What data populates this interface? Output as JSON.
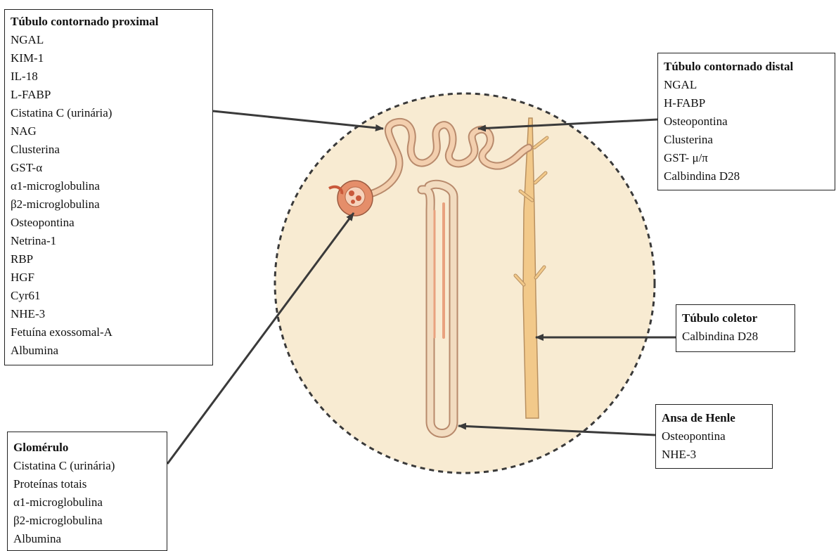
{
  "diagram": {
    "colors": {
      "circle_fill": "#f8ebd2",
      "tubule_fill": "#f2c98a",
      "tubule_inner": "#e9a27f",
      "glomerulus": "#e58e6a",
      "arrow": "#3a3a3a"
    }
  },
  "boxes": {
    "proximal": {
      "title": "Túbulo contornado proximal",
      "items": [
        "NGAL",
        "KIM-1",
        "IL-18",
        "L-FABP",
        "Cistatina C (urinária)",
        "NAG",
        "Clusterina",
        "GST-α",
        "α1-microglobulina",
        "β2-microglobulina",
        "Osteopontina",
        "Netrina-1",
        "RBP",
        "HGF",
        "Cyr61",
        "NHE-3",
        "Fetuína exossomal-A",
        "Albumina"
      ]
    },
    "distal": {
      "title": "Túbulo contornado distal",
      "items": [
        "NGAL",
        "H-FABP",
        "Osteopontina",
        "Clusterina",
        "GST- μ/π",
        "Calbindina D28"
      ]
    },
    "coletor": {
      "title": "Túbulo coletor",
      "items": [
        "Calbindina D28"
      ]
    },
    "henle": {
      "title": "Ansa de Henle",
      "items": [
        "Osteopontina",
        "NHE-3"
      ]
    },
    "glomerulo": {
      "title": "Glomérulo",
      "items": [
        "Cistatina C (urinária)",
        "Proteínas totais",
        "α1-microglobulina",
        "β2-microglobulina",
        "Albumina"
      ]
    }
  }
}
